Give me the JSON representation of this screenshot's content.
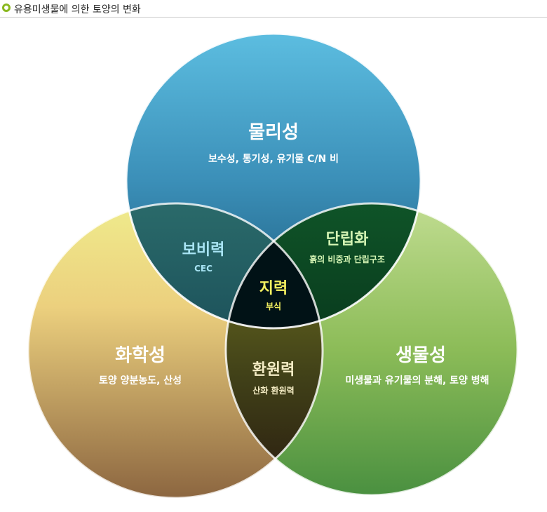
{
  "header": {
    "title": "유용미생물에 의한 토양의 변화"
  },
  "sets": {
    "physical": {
      "title": "물리성",
      "desc": "보수성, 통기성, 유기물 C/N 비"
    },
    "chemical": {
      "title": "화학성",
      "desc": "토양 양분농도, 산성"
    },
    "biological": {
      "title": "생물성",
      "desc": "미생물과 유기물의 분해, 토양 병해"
    }
  },
  "overlaps": {
    "phys_chem": {
      "title": "보비력",
      "desc": "CEC"
    },
    "phys_bio": {
      "title": "단립화",
      "desc": "흙의 비중과 단립구조"
    },
    "chem_bio": {
      "title": "환원력",
      "desc": "산화 환원력"
    },
    "center": {
      "title": "지력",
      "desc": "부식"
    }
  },
  "colors": {
    "accent": "#8ab820",
    "physical": "#5ab8dc",
    "chemical": "#eee78a",
    "biological": "#b8d888"
  }
}
